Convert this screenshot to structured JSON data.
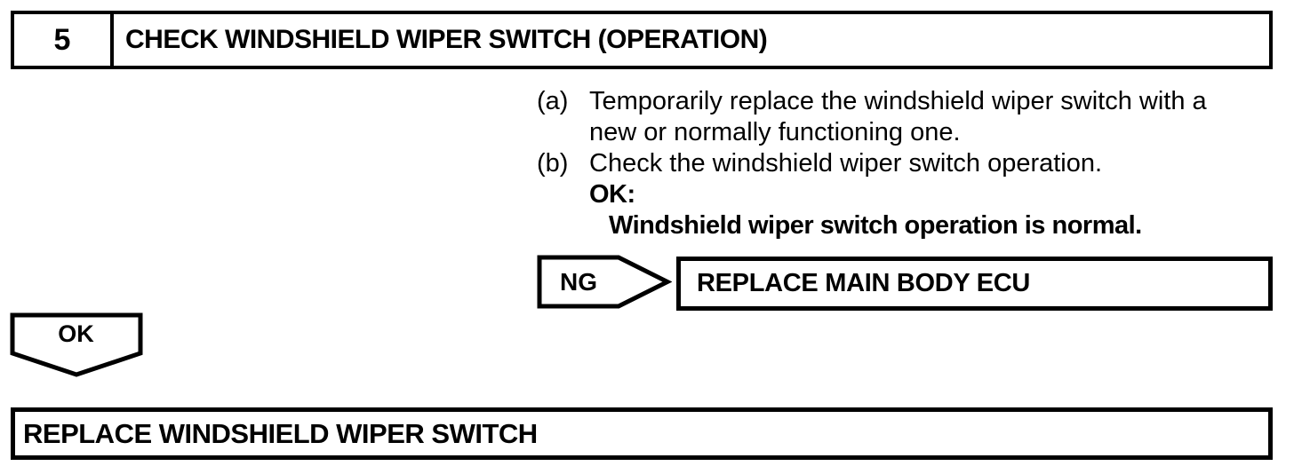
{
  "page": {
    "background_color": "#ffffff",
    "ink_color": "#000000"
  },
  "header": {
    "step_number": "5",
    "title": "CHECK WINDSHIELD WIPER SWITCH (OPERATION)"
  },
  "instructions": {
    "items": [
      {
        "marker": "(a)",
        "lines": [
          "Temporarily replace the windshield wiper switch with a",
          "new or normally functioning one."
        ]
      },
      {
        "marker": "(b)",
        "lines": [
          "Check the windshield wiper switch operation."
        ]
      }
    ],
    "ok_heading": "OK:",
    "ok_condition": "Windshield wiper switch operation is normal."
  },
  "ng_branch": {
    "arrow_label": "NG",
    "action": "REPLACE MAIN BODY ECU"
  },
  "ok_branch": {
    "arrow_label": "OK"
  },
  "final_action": {
    "label": "REPLACE WINDSHIELD WIPER SWITCH"
  }
}
